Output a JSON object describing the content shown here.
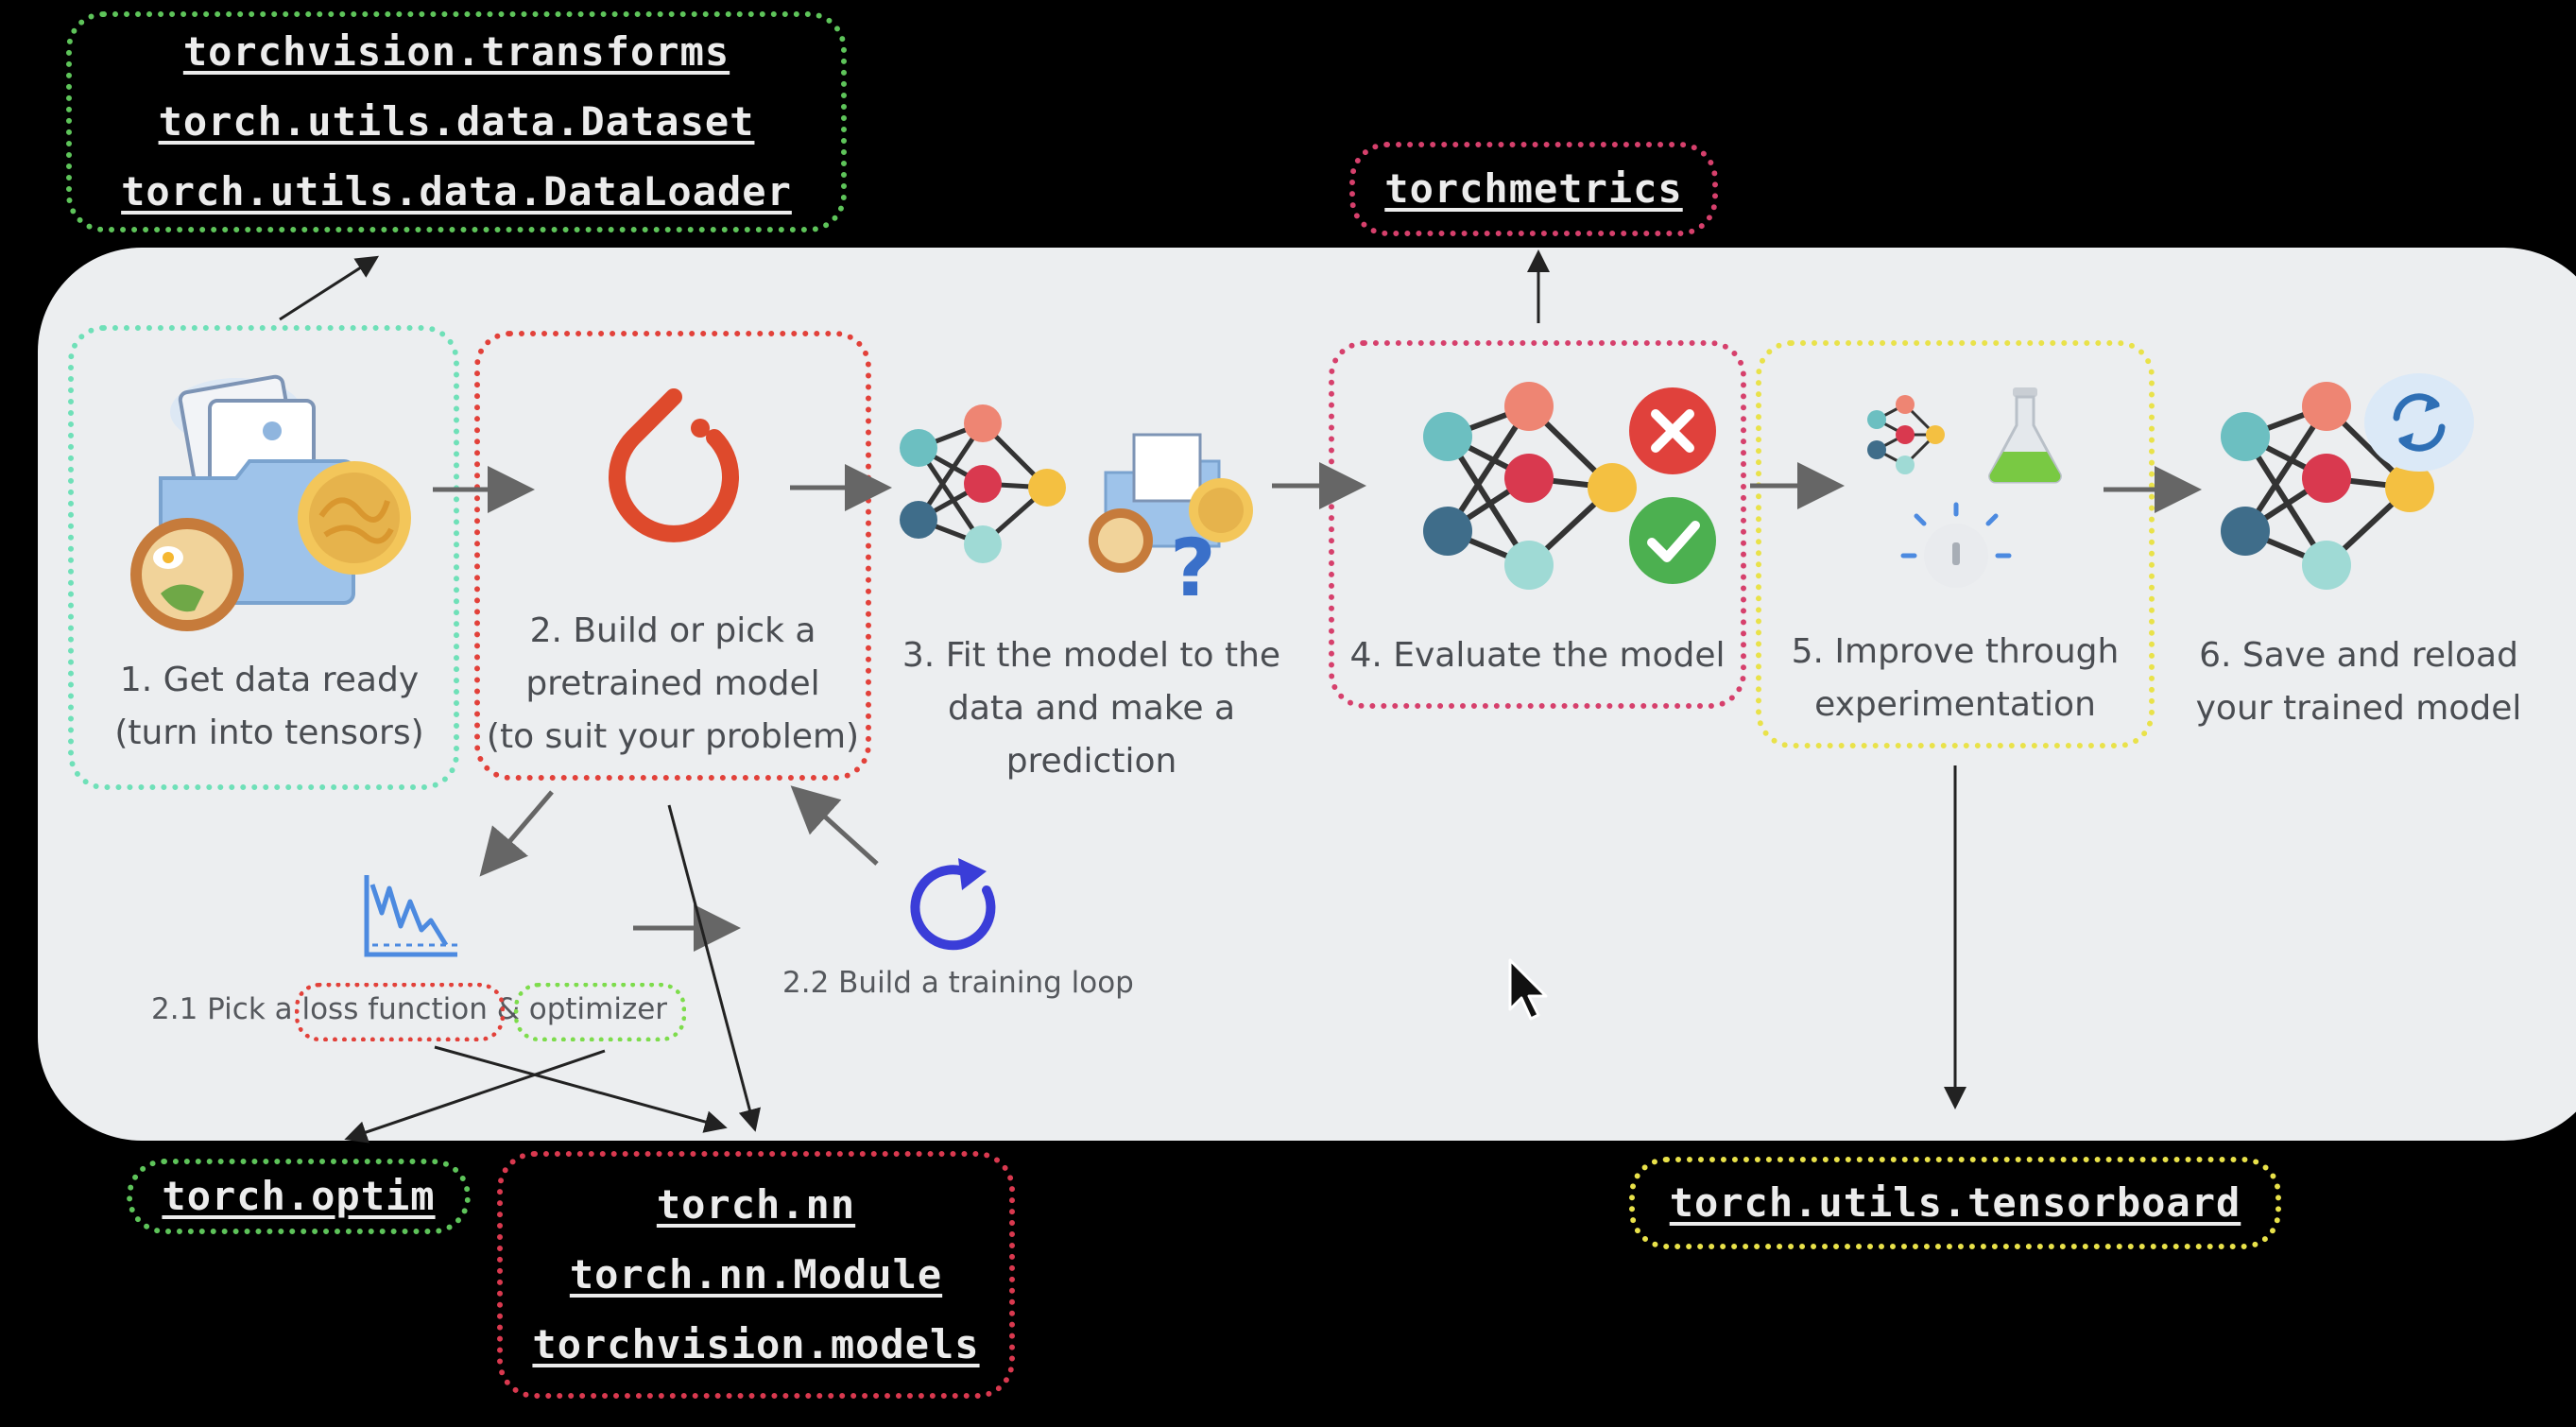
{
  "libs": {
    "data": [
      "torchvision.transforms",
      "torch.utils.data.Dataset",
      "torch.utils.data.DataLoader"
    ],
    "metrics": [
      "torchmetrics"
    ],
    "optim": [
      "torch.optim"
    ],
    "nn": [
      "torch.nn",
      "torch.nn.Module",
      "torchvision.models"
    ],
    "tensorboard": [
      "torch.utils.tensorboard"
    ]
  },
  "steps": {
    "s1": [
      "1. Get data ready",
      "(turn into tensors)"
    ],
    "s2": [
      "2. Build or pick a",
      "pretrained model",
      "(to suit your problem)"
    ],
    "s3": [
      "3. Fit the model to the",
      "data and make a",
      "prediction"
    ],
    "s4": [
      "4. Evaluate the model"
    ],
    "s5": [
      "5. Improve through",
      "experimentation"
    ],
    "s6": [
      "6. Save and reload",
      "your trained model"
    ]
  },
  "substeps": {
    "s21": "2.1 Pick a loss function & optimizer",
    "s22": "2.2 Build a training loop"
  },
  "colors": {
    "background": "#000000",
    "panel": "#eceef0",
    "green": "#5ec45a",
    "teal": "#6fe0b8",
    "red": "#e2413a",
    "pink": "#d6406c",
    "yellow": "#e9e24a",
    "orange": "#f0b73a",
    "pytorch": "#de4a2c",
    "loop_blue": "#3a3dd8",
    "chart_blue": "#4c8ae0",
    "node_red": "#d9394f",
    "node_salmon": "#ee8573",
    "node_teal": "#6cbfc1",
    "node_dark": "#3f6d8a",
    "node_gold": "#f4c041"
  },
  "icons": [
    "folder-food-icon",
    "pytorch-logo-icon",
    "neural-network-icon",
    "question-icon",
    "wrong-icon",
    "correct-icon",
    "flask-icon",
    "idea-icon",
    "refresh-icon",
    "loss-chart-icon",
    "loop-arrow-icon",
    "mouse-cursor-icon"
  ]
}
